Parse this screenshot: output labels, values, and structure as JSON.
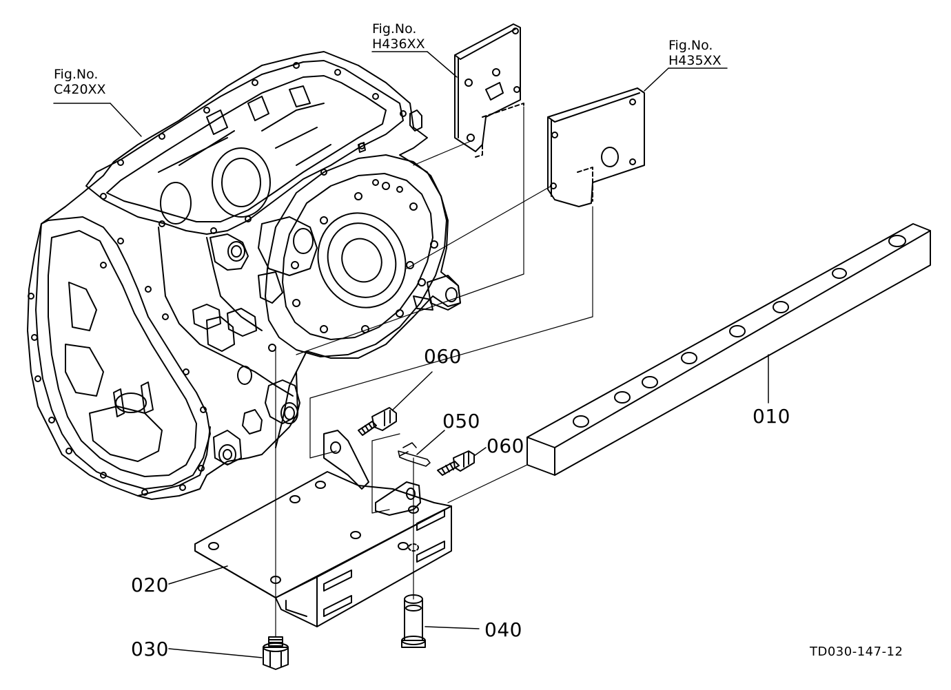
{
  "figure_refs": [
    {
      "id": "c420",
      "line1": "Fig.No.",
      "line2": "C420XX"
    },
    {
      "id": "h436",
      "line1": "Fig.No.",
      "line2": "H436XX"
    },
    {
      "id": "h435",
      "line1": "Fig.No.",
      "line2": "H435XX"
    }
  ],
  "parts": {
    "p010": "010",
    "p020": "020",
    "p030": "030",
    "p040": "040",
    "p050": "050",
    "p060a": "060",
    "p060b": "060"
  },
  "drawing_code": "TD030-147-12"
}
